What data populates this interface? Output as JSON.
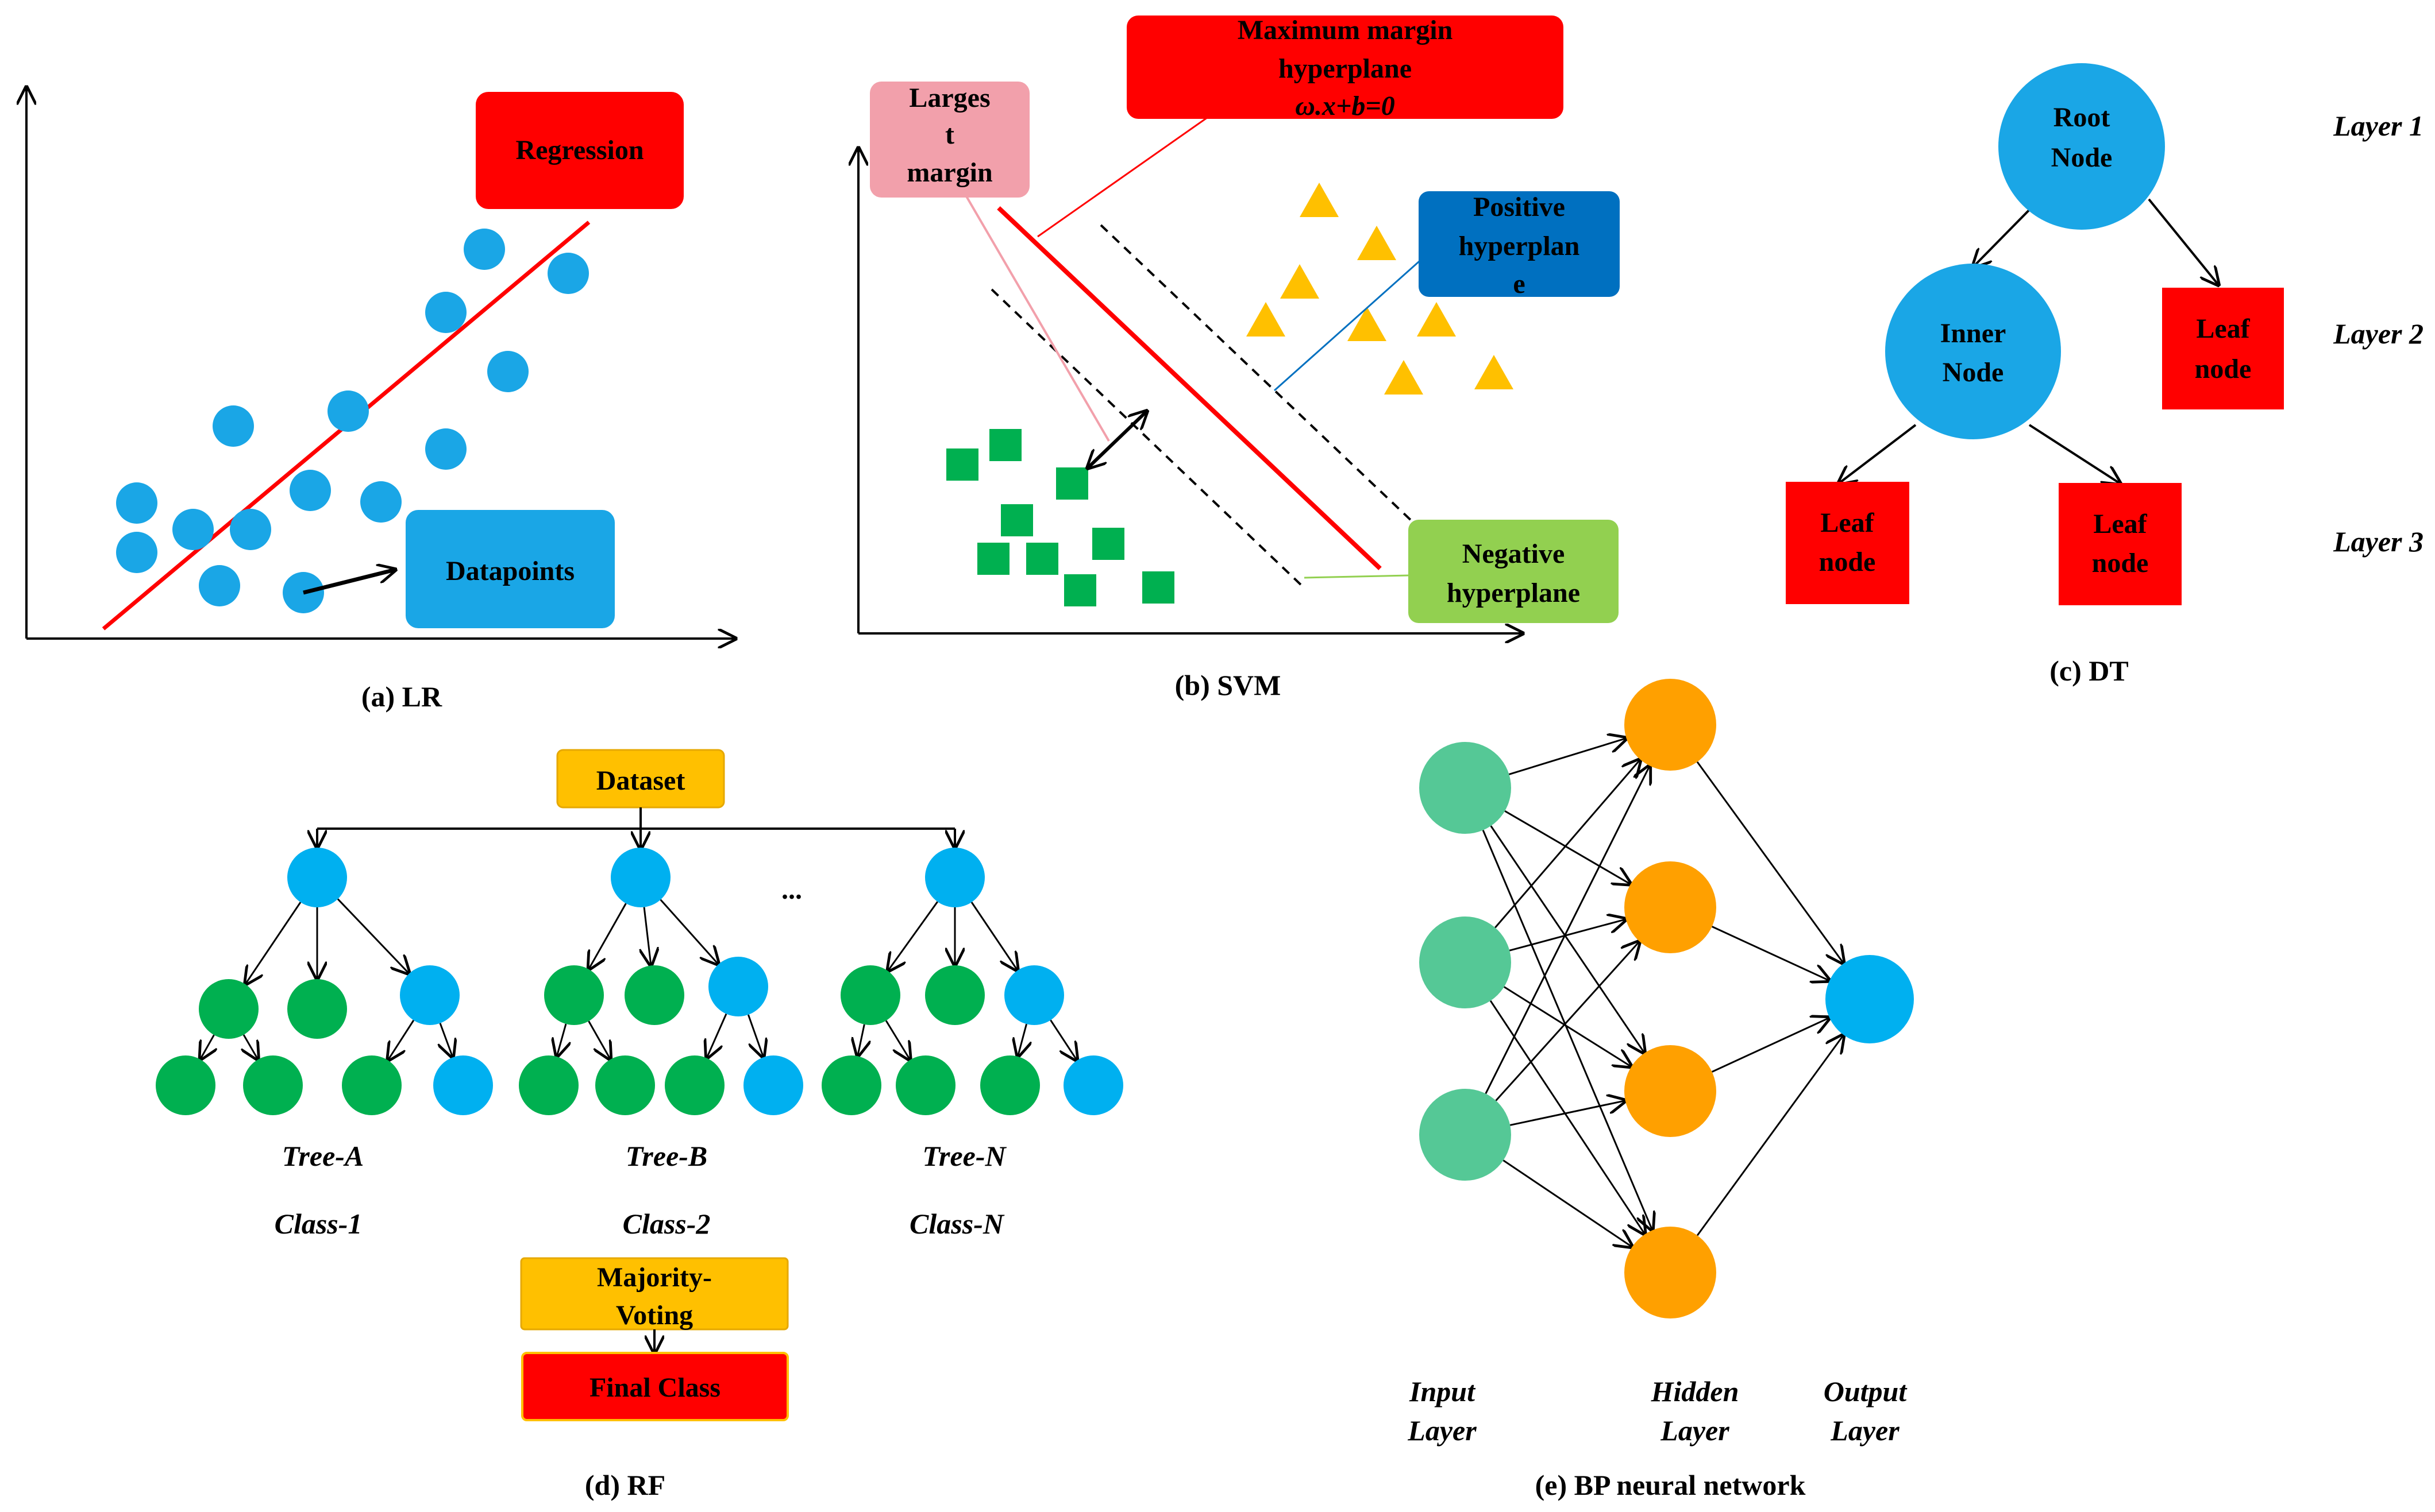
{
  "colors": {
    "blue_point": "#1aa6e6",
    "red": "#ff0000",
    "green_square": "#00b050",
    "yellow_triangle": "#ffc000",
    "pink_box": "#f2a0ab",
    "dark_blue_box": "#0070c0",
    "light_green_box": "#92d050",
    "orange_node": "#ffa000",
    "input_node": "#55c896",
    "gold_box": "#ffc000",
    "cyan_node": "#00b0f0"
  },
  "lr": {
    "caption": "(a) LR",
    "regression_label": "Regression",
    "datapoints_label": "Datapoints"
  },
  "svm": {
    "caption": "(b) SVM",
    "largest_margin": [
      "Larges",
      "t",
      "margin"
    ],
    "max_margin": [
      "Maximum margin",
      "hyperplane",
      "ω.x+b=0"
    ],
    "positive": [
      "Positive",
      "hyperplan",
      "e"
    ],
    "negative": [
      "Negative",
      "hyperplane"
    ]
  },
  "dt": {
    "caption": "(c) DT",
    "root": [
      "Root",
      "Node"
    ],
    "inner": [
      "Inner",
      "Node"
    ],
    "leaf_right": [
      "Leaf",
      "node"
    ],
    "leaf_left": [
      "Leaf",
      "node"
    ],
    "leaf_mid": [
      "Leaf",
      "node"
    ],
    "layers": [
      "Layer 1",
      "Layer 2",
      "Layer 3"
    ]
  },
  "rf": {
    "caption": "(d) RF",
    "dataset": "Dataset",
    "ellipsis": "...",
    "trees": [
      "Tree-A",
      "Tree-B",
      "Tree-N"
    ],
    "classes": [
      "Class-1",
      "Class-2",
      "Class-N"
    ],
    "majority": [
      "Majority-",
      "Voting"
    ],
    "final": "Final Class"
  },
  "bp": {
    "caption": "(e) BP neural network",
    "input_label": [
      "Input",
      "Layer"
    ],
    "hidden_label": [
      "Hidden",
      "Layer"
    ],
    "output_label": [
      "Output",
      "Layer"
    ]
  }
}
